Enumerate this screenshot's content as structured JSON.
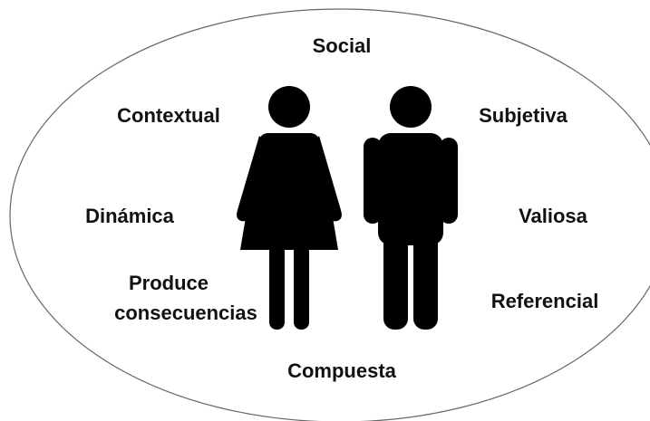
{
  "diagram": {
    "labels": {
      "top": "Social",
      "upper_left": "Contextual",
      "upper_right": "Subjetiva",
      "middle_left": "Dinámica",
      "middle_right": "Valiosa",
      "lower_left_line1": "Produce",
      "lower_left_line2": "consecuencias",
      "lower_right": "Referencial",
      "bottom": "Compuesta"
    },
    "icons": [
      "woman-icon",
      "man-icon"
    ],
    "colors": {
      "figure": "#000000",
      "ellipse_stroke": "#666666",
      "text": "#111111"
    }
  }
}
